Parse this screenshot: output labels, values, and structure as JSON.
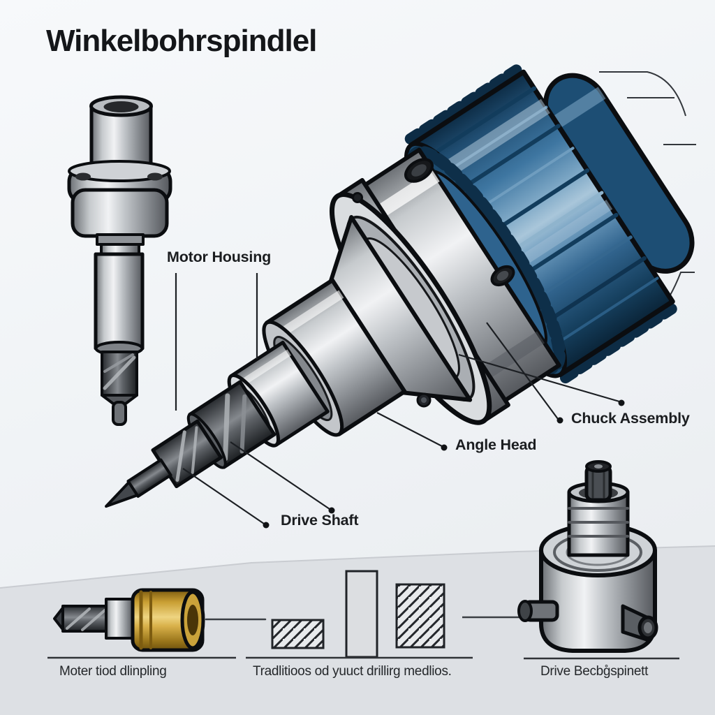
{
  "title": "Winkelbohrspindlel",
  "labels": {
    "motor_housing": "Motor Housing",
    "angle_head": "Angle Head",
    "chuck_assembly": "Chuck Assembly",
    "drive_shaft": "Drive Shaft"
  },
  "captions": {
    "left": "Moter tiod dlinpling",
    "middle": "Tradlitioos od yuuct drillirg medlios.",
    "right": "Drive Becbg̊spinett"
  },
  "palette": {
    "background_top": "#f7f9fb",
    "background_bottom_panel": "#dde0e4",
    "housing_blue": "#2e6b9b",
    "housing_blue_dark": "#0d2c45",
    "metal_light": "#f1f2f4",
    "metal_mid": "#9aa0a6",
    "metal_dark": "#4a4e54",
    "brass": "#d9b14a",
    "outline": "#0b0d10",
    "label_text": "#1b1d20"
  },
  "illustrations": {
    "main": "angle-drill-spindle-assembly",
    "left": "vertical-spindle-with-drill",
    "bottom_left": "drill-bit-with-brass-collet",
    "bottom_middle": "hatched-bars-pictogram",
    "bottom_right": "drive-head-unit"
  }
}
